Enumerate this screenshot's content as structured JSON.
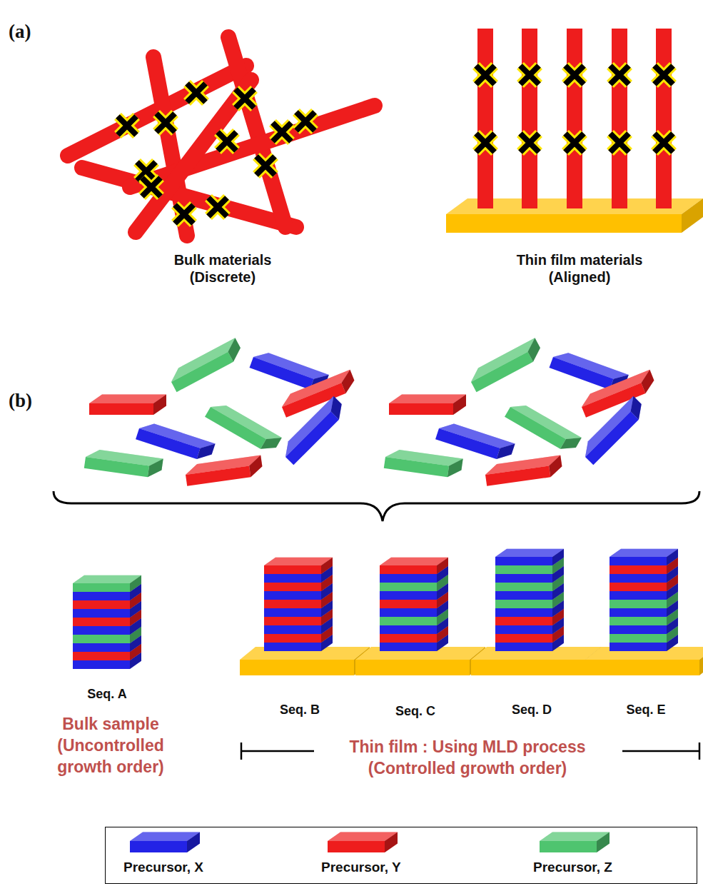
{
  "diagram": {
    "labels": [
      "(a)",
      "Bulk materials (Discrete)",
      "Thin film materials (Aligned)",
      "(b)",
      "Seq. A",
      "Seq. B",
      "Seq. C",
      "Seq. D",
      "Seq. E",
      "Bulk sample (Uncontrolled growth order)",
      "Thin film : Using MLD process (Controlled growth order)"
    ],
    "legend": [
      {
        "text": "Precursor, X",
        "color": "#2323e6"
      },
      {
        "text": "Precursor, Y",
        "color": "#ee1d1d"
      },
      {
        "text": "Precursor, Z",
        "color": "#4fc46f"
      }
    ]
  }
}
